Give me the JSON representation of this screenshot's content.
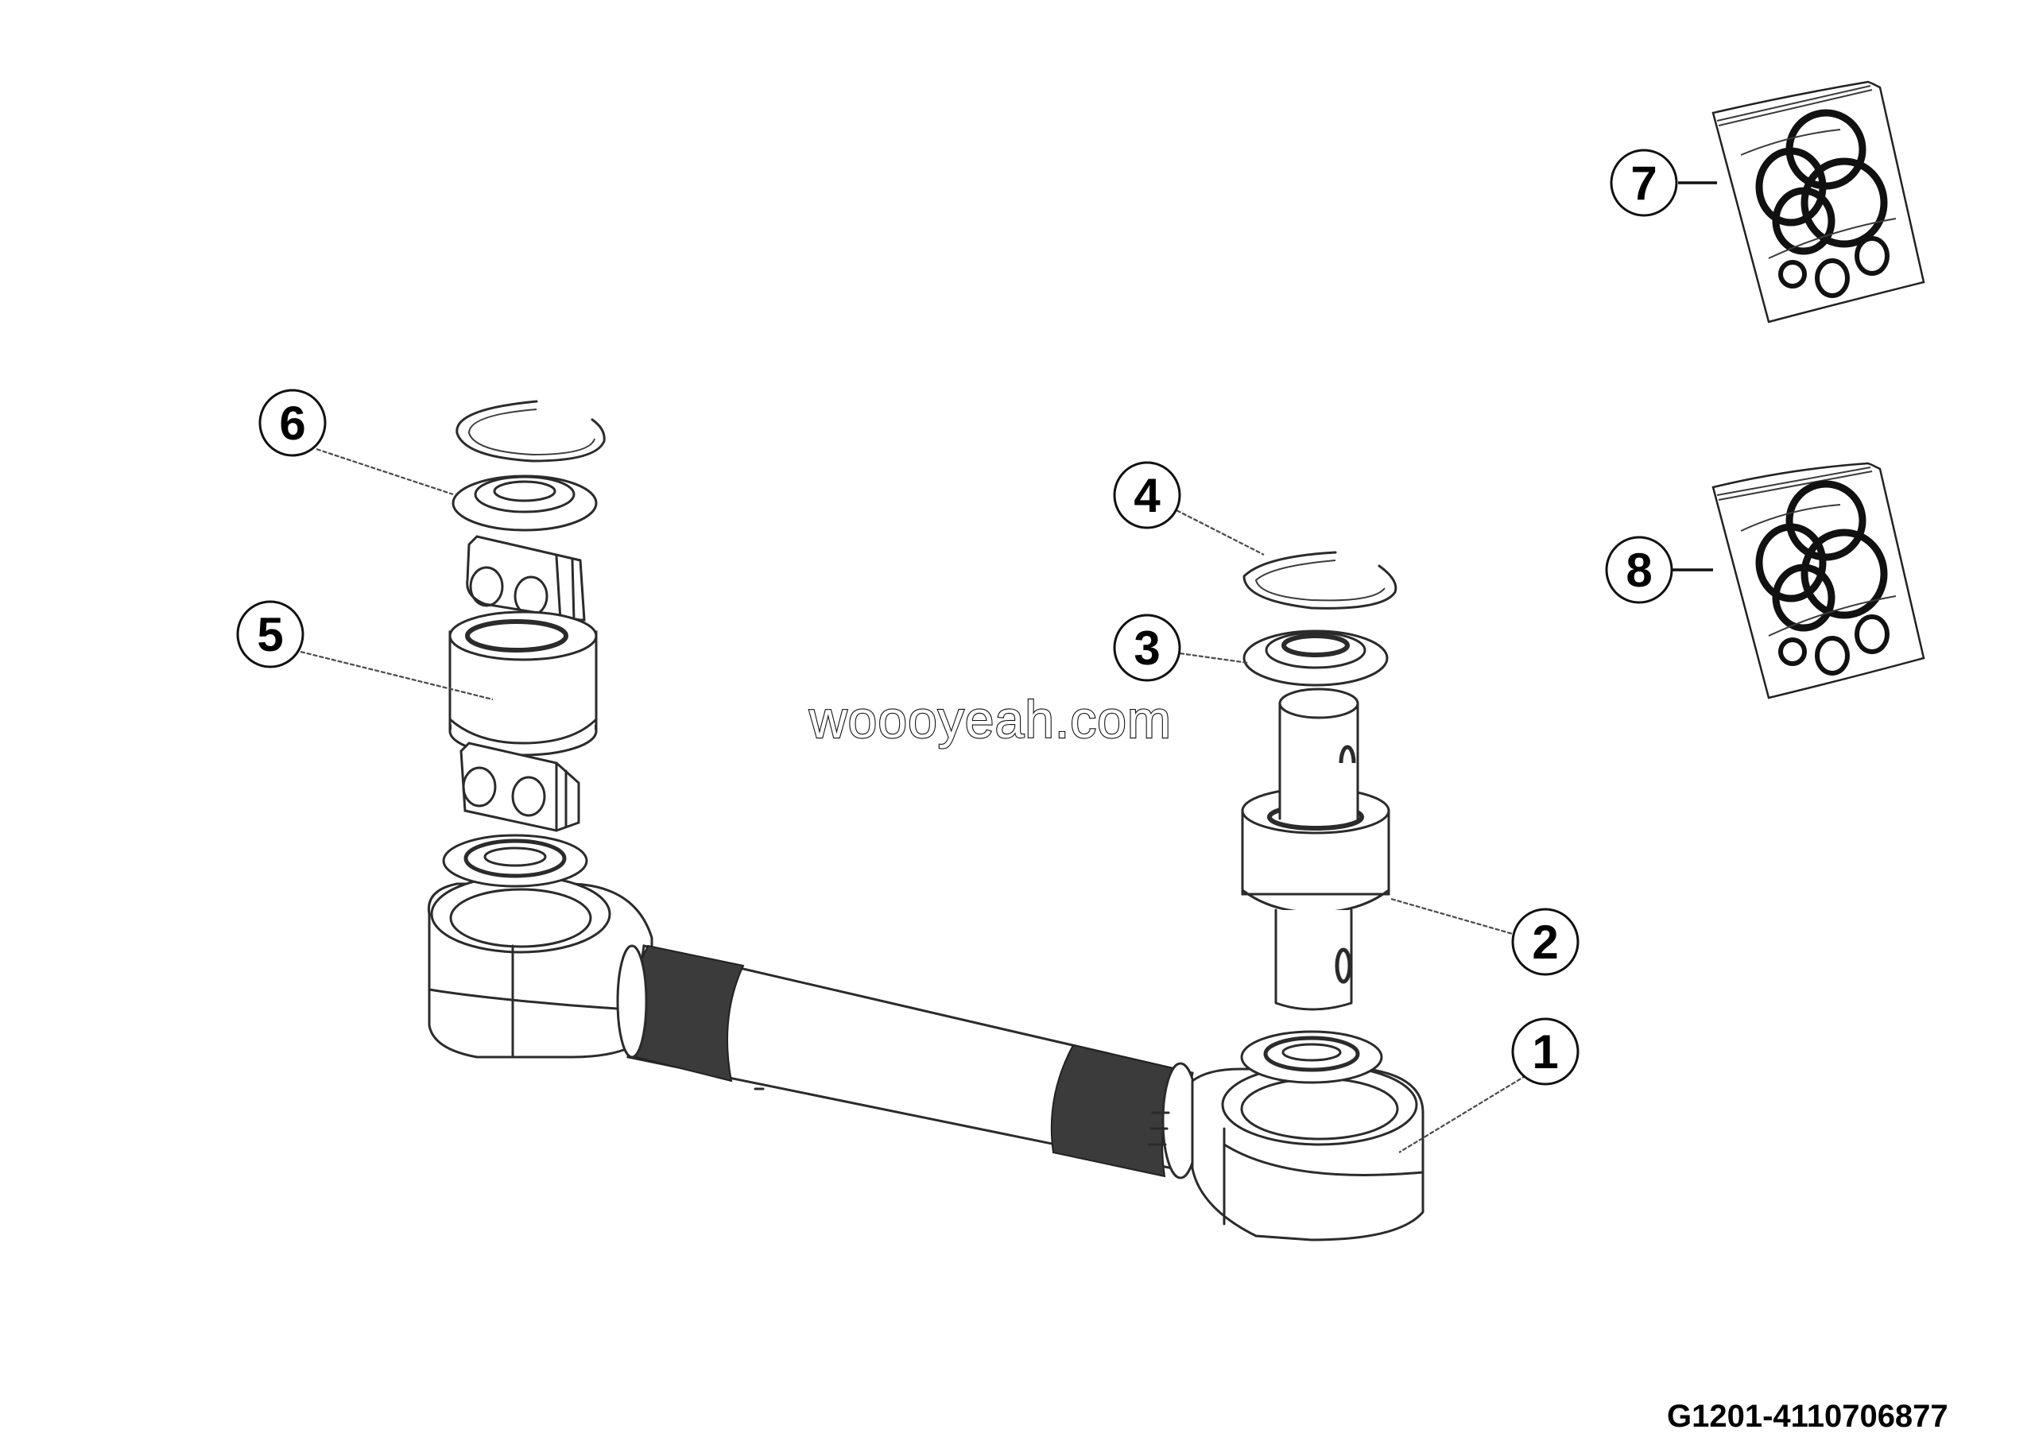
{
  "diagram": {
    "type": "exploded parts diagram",
    "subject": "tie rod / link assembly with end eyes, pins, bushings, seals and retaining rings",
    "drawing_id": "G1201-4110706877",
    "watermark": "woooyeah.com",
    "callouts": [
      {
        "id": "1",
        "label": "1",
        "target": "right end eye of rod"
      },
      {
        "id": "2",
        "label": "2",
        "target": "pin with collar bushing"
      },
      {
        "id": "3",
        "label": "3",
        "target": "seal washer"
      },
      {
        "id": "4",
        "label": "4",
        "target": "retaining snap ring"
      },
      {
        "id": "5",
        "label": "5",
        "target": "bushing with blocks"
      },
      {
        "id": "6",
        "label": "6",
        "target": "seal washer (left)"
      },
      {
        "id": "7",
        "label": "7",
        "target": "seal kit bag"
      },
      {
        "id": "8",
        "label": "8",
        "target": "seal kit bag"
      }
    ],
    "colors": {
      "background": "#ffffff",
      "line": "#2b2b2b",
      "thread": "#3b3b3b",
      "text": "#000000"
    }
  }
}
